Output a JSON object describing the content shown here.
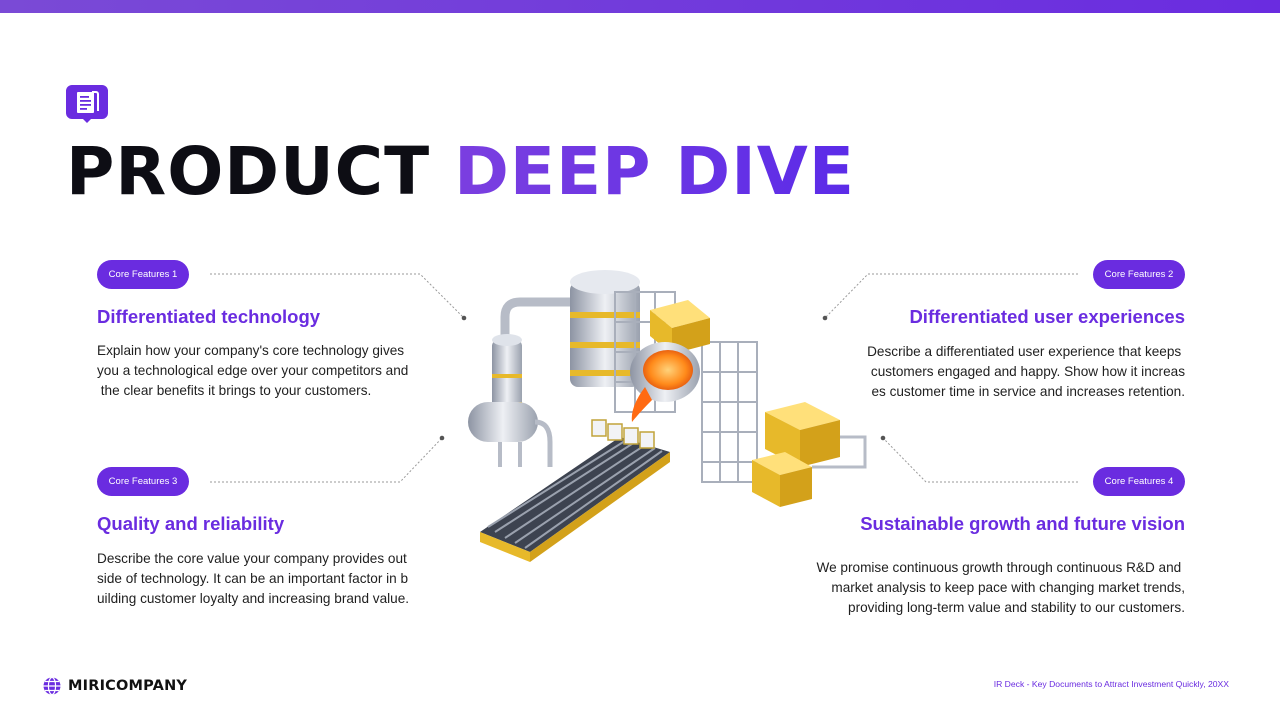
{
  "title": {
    "part1": "PRODUCT",
    "part2": "DEEP DIVE"
  },
  "features": [
    {
      "pill": "Core Features 1",
      "heading": "Differentiated technology",
      "lines": [
        "Explain how your company's core technology gives",
        "you a technological edge over your competitors and",
        " the clear benefits it brings to your customers."
      ]
    },
    {
      "pill": "Core Features 2",
      "heading": "Differentiated user experiences",
      "lines": [
        "Describe a differentiated user experience that keeps ",
        "customers engaged and happy. Show how it increas",
        "es customer time in service and increases retention."
      ]
    },
    {
      "pill": "Core Features 3",
      "heading": "Quality and reliability",
      "lines": [
        "Describe the core value your company provides out",
        "side of technology. It can be an important factor in b",
        "uilding customer loyalty and increasing brand value."
      ]
    },
    {
      "pill": "Core Features 4",
      "heading": "Sustainable growth and future vision",
      "lines": [
        "We promise continuous growth through continuous R&D and ",
        "market analysis to keep pace with changing market trends,",
        "providing long-term value and stability to our customers."
      ]
    }
  ],
  "footer": {
    "logo": "MIRICOMPANY",
    "note": "IR Deck - Key Documents to Attract Investment Quickly, 20XX"
  },
  "colors": {
    "accent": "#6a2ce0",
    "title_dark": "#0d0d14"
  }
}
